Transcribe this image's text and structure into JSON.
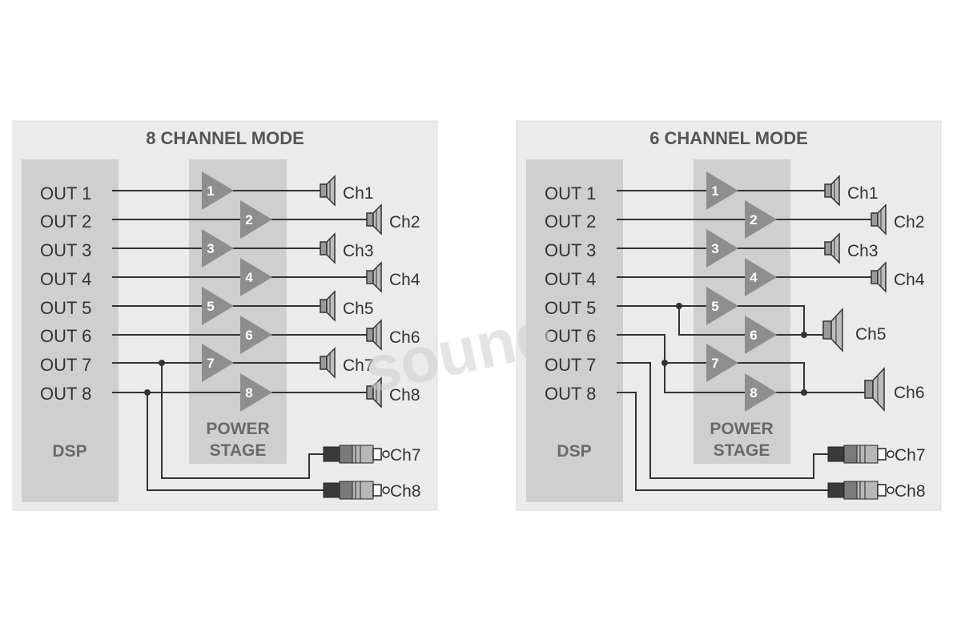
{
  "watermark": "sound",
  "panels": [
    {
      "title": "8 CHANNEL MODE",
      "dsp_label": "DSP",
      "power_label_1": "POWER",
      "power_label_2": "STAGE",
      "outputs": [
        "OUT 1",
        "OUT 2",
        "OUT 3",
        "OUT 4",
        "OUT 5",
        "OUT 6",
        "OUT 7",
        "OUT 8"
      ],
      "amps": [
        "1",
        "2",
        "3",
        "4",
        "5",
        "6",
        "7",
        "8"
      ],
      "speakers": [
        "Ch1",
        "Ch2",
        "Ch3",
        "Ch4",
        "Ch5",
        "Ch6",
        "Ch7",
        "Ch8"
      ],
      "rca": [
        "Ch7",
        "Ch8"
      ]
    },
    {
      "title": "6 CHANNEL MODE",
      "dsp_label": "DSP",
      "power_label_1": "POWER",
      "power_label_2": "STAGE",
      "outputs": [
        "OUT 1",
        "OUT 2",
        "OUT 3",
        "OUT 4",
        "OUT 5",
        "OUT 6",
        "OUT 7",
        "OUT 8"
      ],
      "amps": [
        "1",
        "2",
        "3",
        "4",
        "5",
        "6",
        "7",
        "8"
      ],
      "speakers": [
        "Ch1",
        "Ch2",
        "Ch3",
        "Ch4",
        "Ch5",
        "Ch6"
      ],
      "rca": [
        "Ch7",
        "Ch8"
      ]
    }
  ]
}
